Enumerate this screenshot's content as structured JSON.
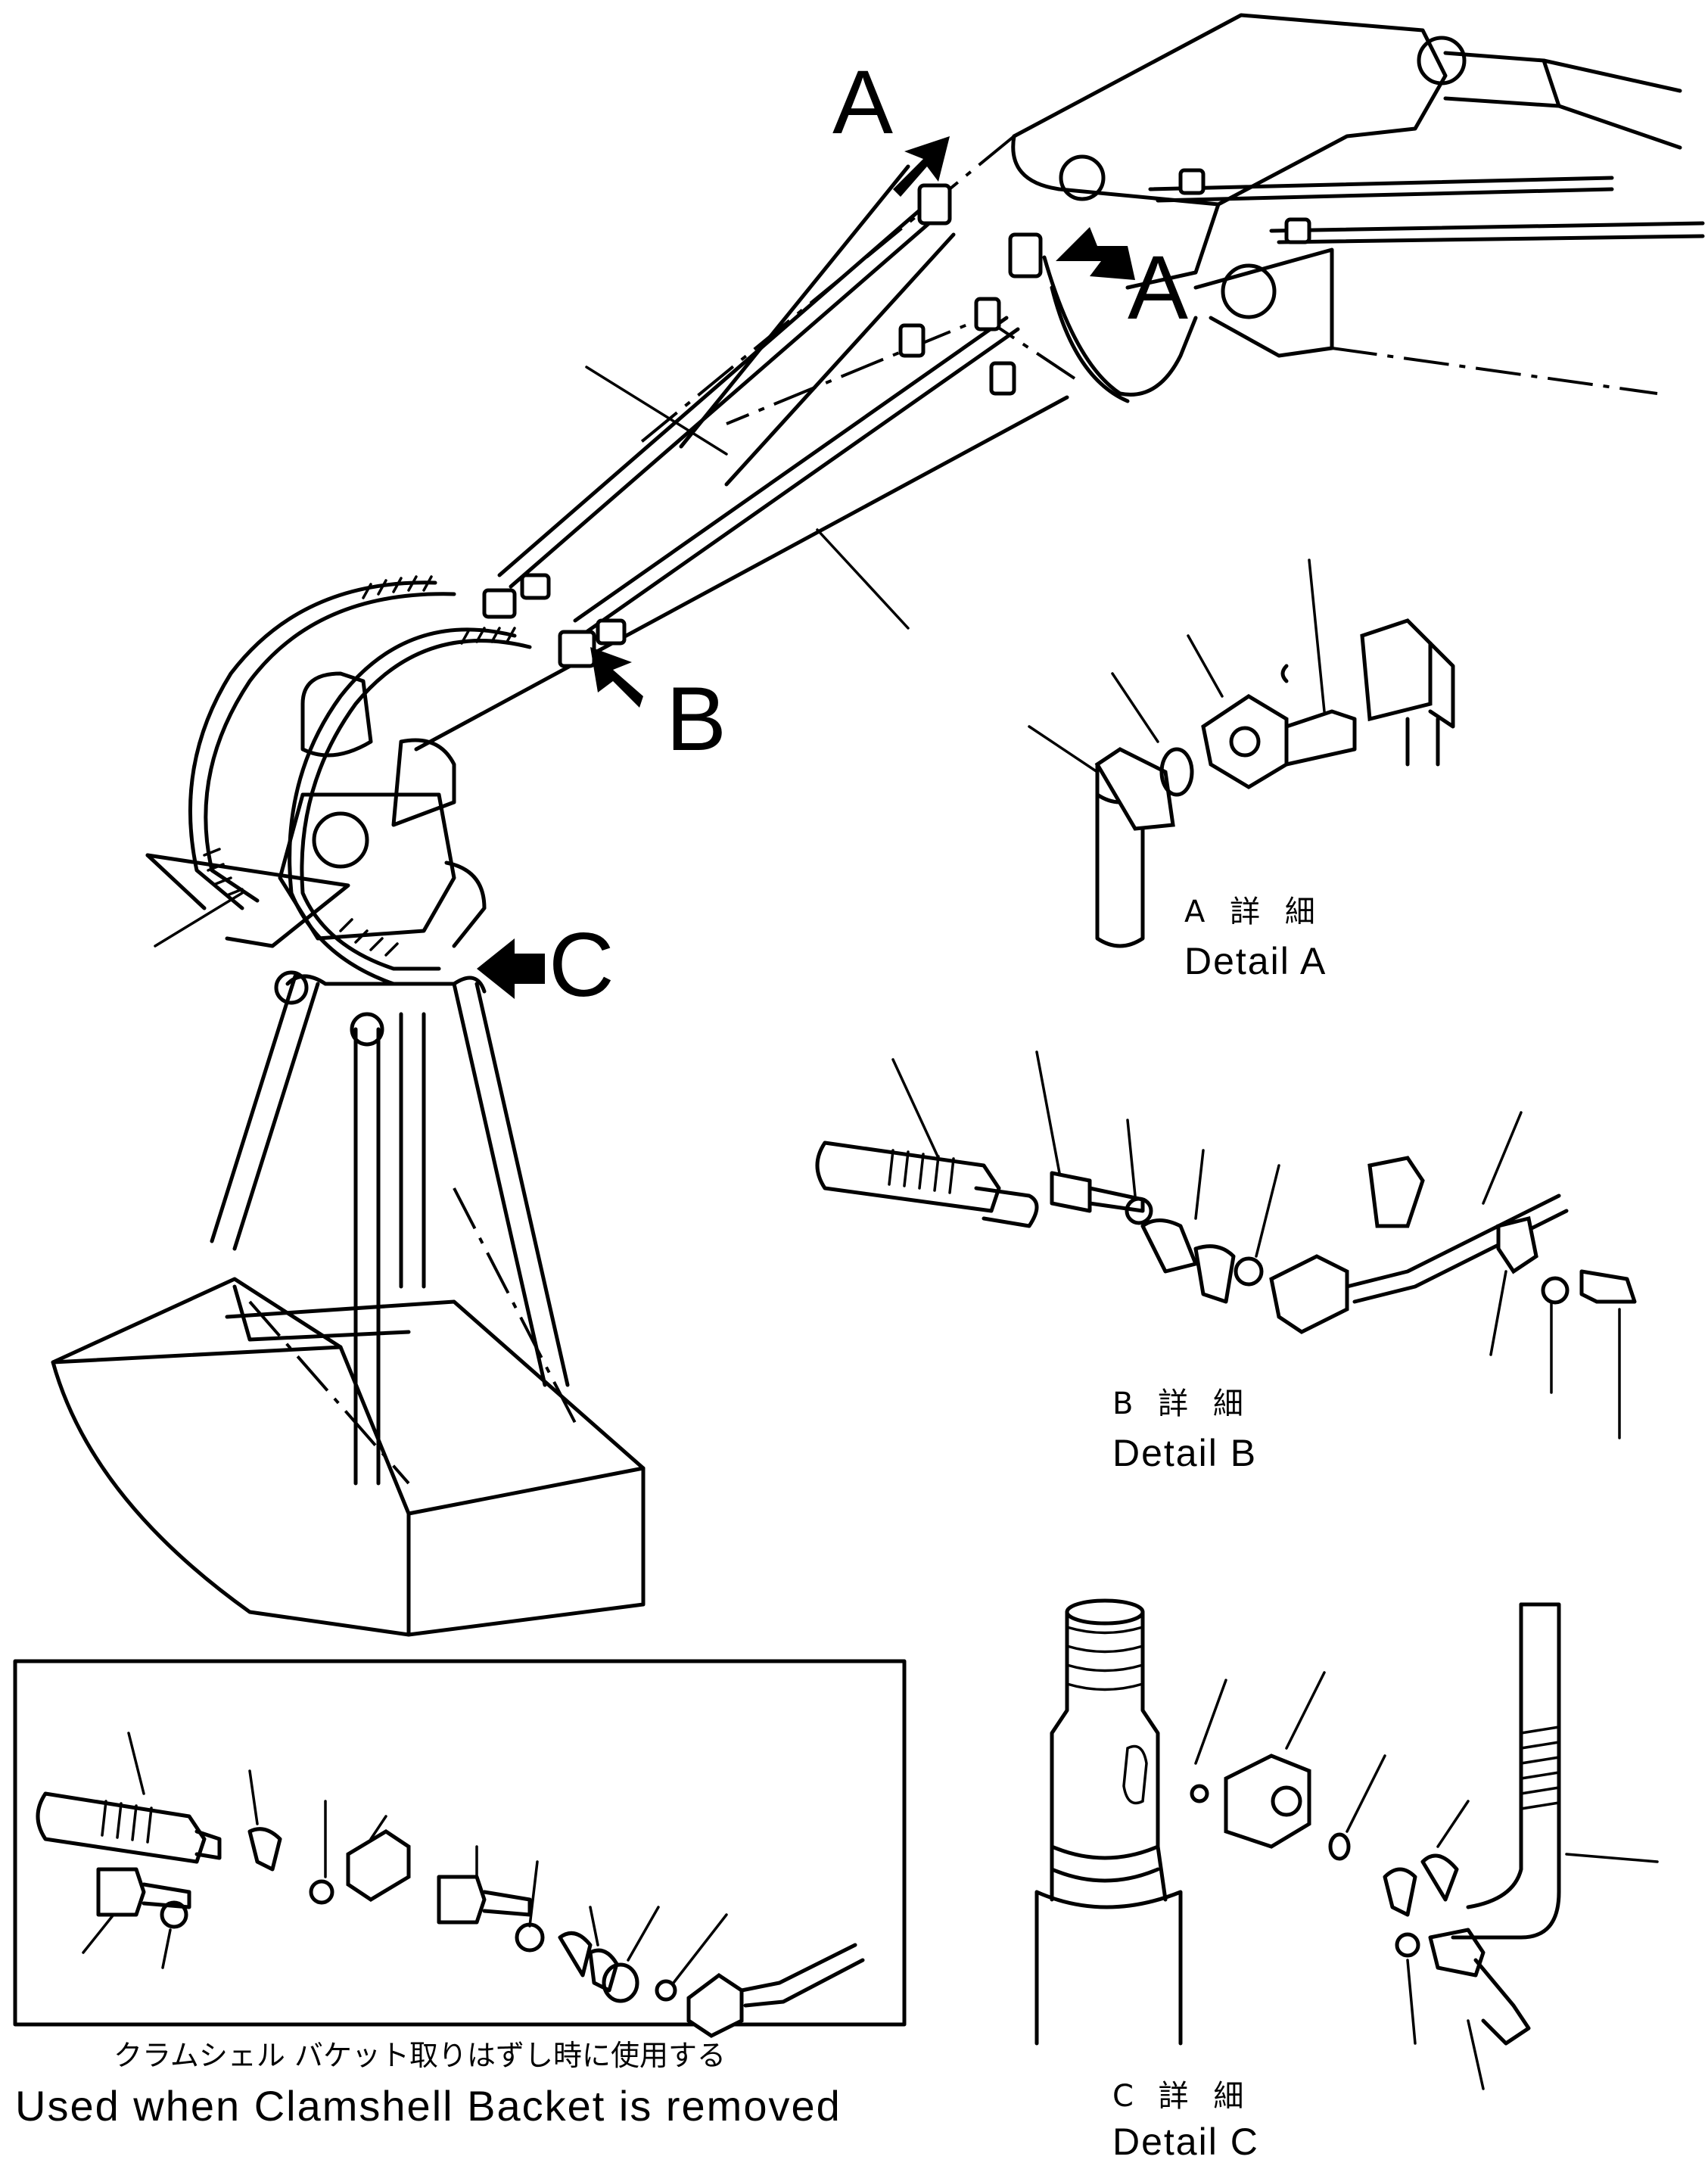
{
  "callouts": {
    "a1": "A",
    "a2": "A",
    "b": "B",
    "c": "C"
  },
  "details": {
    "a": {
      "jp": "A 詳 細",
      "en": "Detail A"
    },
    "b": {
      "jp": "B 詳 細",
      "en": "Detail B"
    },
    "c": {
      "jp": "C 詳 細",
      "en": "Detail C"
    }
  },
  "inset": {
    "jp": "クラムシェル バケット取りはずし時に使用する",
    "en": "Used when Clamshell Backet is removed"
  }
}
